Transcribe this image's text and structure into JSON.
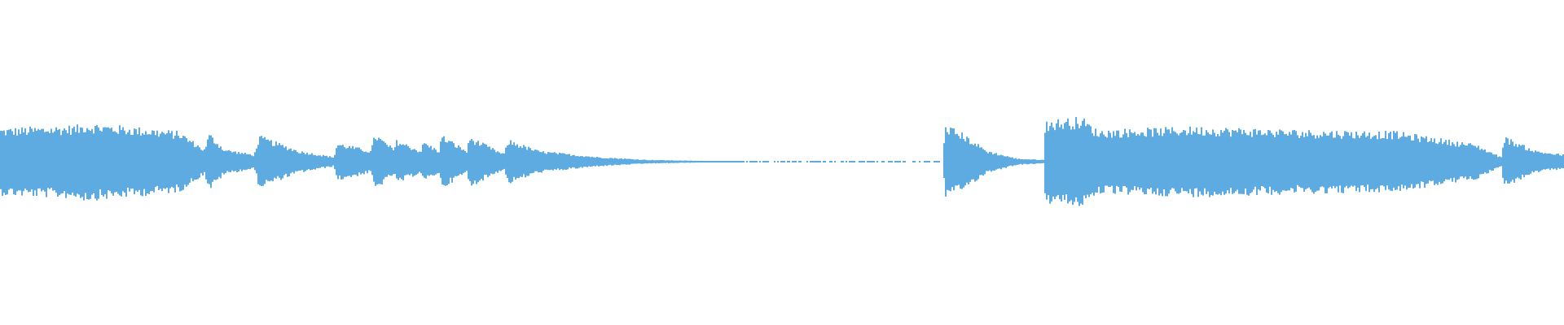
{
  "chart_data": {
    "type": "area",
    "subtype": "audio-waveform",
    "title": "",
    "xlabel": "",
    "ylabel": "",
    "axes_visible": false,
    "grid": false,
    "legend": "none",
    "ylim": [
      -1,
      1
    ],
    "color": "#5dabe1",
    "background": "#ffffff",
    "envelope": {
      "time_percent": [
        0,
        5.1,
        5.42,
        9.57,
        11.48,
        13.07,
        13.39,
        14.35,
        16.26,
        16.58,
        19.13,
        21.36,
        21.56,
        23.72,
        23.98,
        25.19,
        25.38,
        26.91,
        27.1,
        28.06,
        28.25,
        29.85,
        30.04,
        32.21,
        32.53,
        34.44,
        38.27,
        41.45,
        44.64,
        47.51,
        60.27,
        60.33,
        60.4,
        61.54,
        63.14,
        65.05,
        66.77,
        66.84,
        69.2,
        70.15,
        76.53,
        82.91,
        89.29,
        94.39,
        95.98,
        96.17,
        98.21,
        100
      ],
      "peak_amplitude": [
        0.21,
        0.23,
        0.245,
        0.21,
        0.19,
        0.08,
        0.18,
        0.08,
        0.045,
        0.165,
        0.07,
        0.03,
        0.12,
        0.07,
        0.18,
        0.08,
        0.14,
        0.07,
        0.13,
        0.07,
        0.17,
        0.07,
        0.16,
        0.05,
        0.14,
        0.07,
        0.03,
        0.012,
        0.006,
        0.003,
        0.003,
        0.0,
        0.24,
        0.18,
        0.07,
        0.02,
        0.012,
        0.26,
        0.28,
        0.2,
        0.22,
        0.2,
        0.19,
        0.11,
        0.03,
        0.16,
        0.07,
        0.045
      ]
    },
    "near_silence_range_percent": [
      47.51,
      60.27
    ]
  }
}
